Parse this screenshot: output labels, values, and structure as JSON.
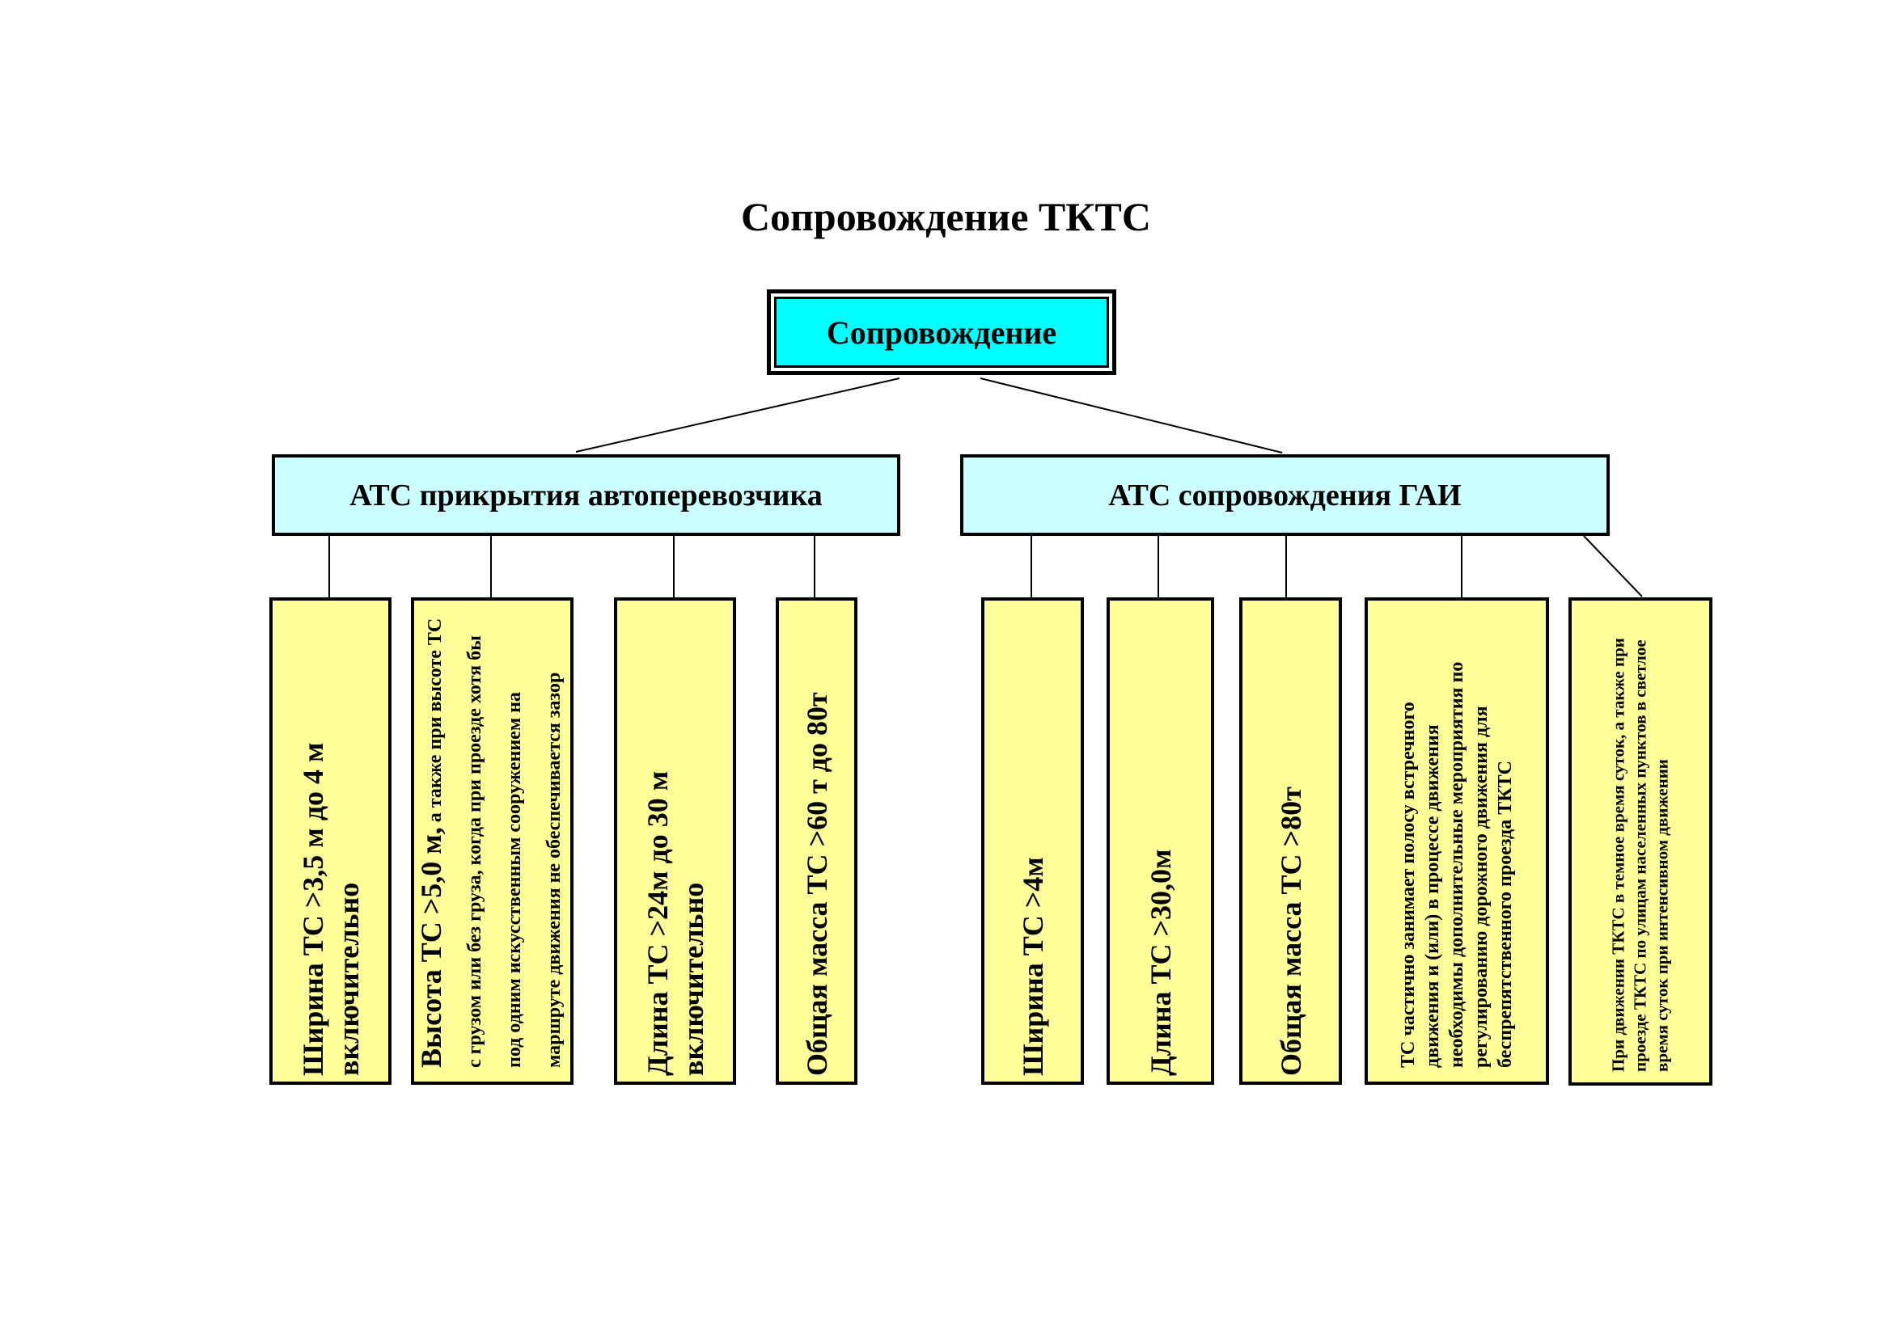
{
  "title": "Сопровождение ТКТС",
  "root": {
    "label": "Сопровождение"
  },
  "groups": [
    {
      "label": "АТС прикрытия автоперевозчика",
      "items": [
        {
          "text": "Ширина ТС >3,5 м до 4 м включительно"
        },
        {
          "text_main": "Высота ТС >5,0 м,",
          "text_detail": " а также при высоте ТС с грузом или без груза, когда при проезде хотя бы под одним искусственным сооружением на маршруте движения не обеспечивается зазор"
        },
        {
          "text": "Длина ТС >24м до 30 м включительно"
        },
        {
          "text": "Общая масса ТС >60 т до 80т"
        }
      ]
    },
    {
      "label": "АТС сопровождения ГАИ",
      "items": [
        {
          "text": "Ширина ТС >4м"
        },
        {
          "text": "Длина ТС >30,0м"
        },
        {
          "text": "Общая масса ТС >80т"
        },
        {
          "text": "ТС частично занимает полосу встречного движения и (или) в процессе движения необходимы дополнительные мероприятия по регулированию дорожного движения для беспрепятственного проезда ТКТС"
        },
        {
          "text": "При движении ТКТС в темное время суток, а также при проезде ТКТС по улицам населенных пунктов в светлое время суток при интенсивном движении"
        }
      ]
    }
  ]
}
